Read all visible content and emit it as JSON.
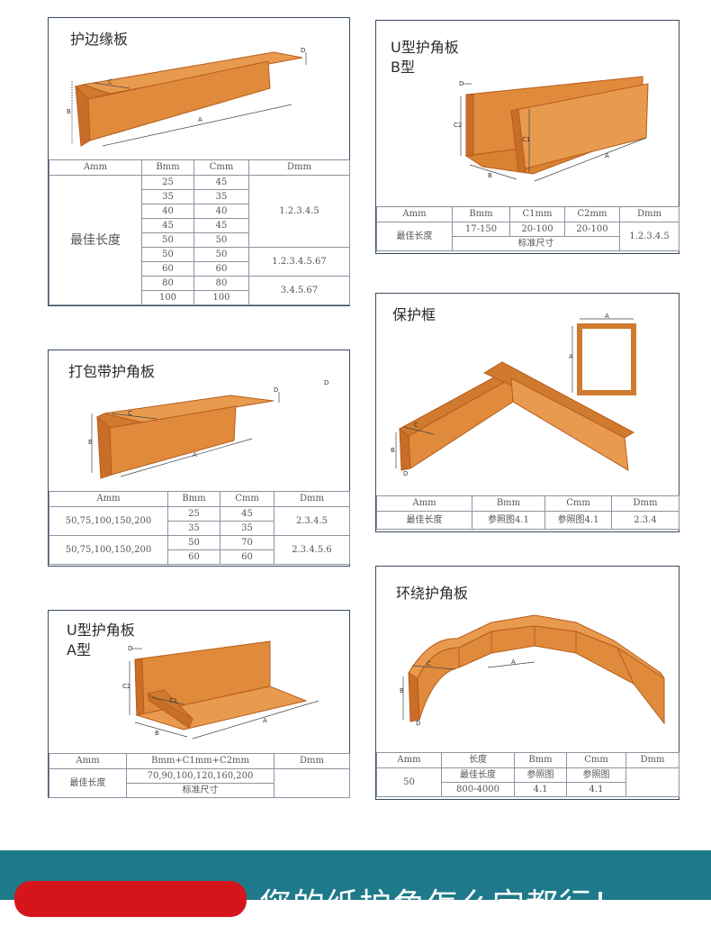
{
  "colors": {
    "orange": "#e08a3c",
    "orange_dark": "#b75d1c",
    "frame": "#3b4a63",
    "footer": "#1e7a8a",
    "button": "#d4161c"
  },
  "p1": {
    "title": "护边缘板",
    "labels": {
      "a": "A",
      "b": "B",
      "c": "C",
      "d": "D"
    },
    "headers": [
      "Amm",
      "Bmm",
      "Cmm",
      "Dmm"
    ],
    "left": "最佳长度",
    "rows": [
      [
        "25",
        "45"
      ],
      [
        "35",
        "35"
      ],
      [
        "40",
        "40"
      ],
      [
        "45",
        "45"
      ],
      [
        "50",
        "50"
      ],
      [
        "50",
        "50"
      ],
      [
        "60",
        "60"
      ],
      [
        "80",
        "80"
      ],
      [
        "100",
        "100"
      ]
    ],
    "d_groups": [
      "1.2.3.4.5",
      "1.2.3.4.5.67",
      "3.4.5.67"
    ]
  },
  "p2": {
    "title": "U型护角板",
    "subtitle": "B型",
    "labels": {
      "a": "A",
      "b": "B",
      "c1": "C1",
      "c2": "C2",
      "d": "D"
    },
    "headers": [
      "Amm",
      "Bmm",
      "C1mm",
      "C2mm",
      "Dmm"
    ],
    "left": "最佳长度",
    "b": "17-150",
    "c1": "20-100",
    "c2": "20-100",
    "d": "1.2.3.4.5",
    "note": "标准尺寸"
  },
  "p3": {
    "title": "保护框",
    "labels": {
      "a": "A",
      "b": "B",
      "c": "C",
      "d": "D"
    },
    "headers": [
      "Amm",
      "Bmm",
      "Cmm",
      "Dmm"
    ],
    "row": [
      "最佳长度",
      "参照图4.1",
      "参照图4.1",
      "2.3.4"
    ]
  },
  "p4": {
    "title": "打包带护角板",
    "labels": {
      "a": "A",
      "b": "B",
      "c": "C",
      "d": "D"
    },
    "headers": [
      "Amm",
      "Bmm",
      "Cmm",
      "Dmm"
    ],
    "rows": [
      {
        "a": "50,75,100,150,200",
        "d": "2.3.4.5",
        "sub": [
          [
            "25",
            "45"
          ],
          [
            "35",
            "35"
          ]
        ]
      },
      {
        "a": "50,75,100,150,200",
        "d": "2.3.4.5.6",
        "sub": [
          [
            "50",
            "70"
          ],
          [
            "60",
            "60"
          ]
        ]
      }
    ]
  },
  "p5": {
    "title": "环绕护角板",
    "labels": {
      "a": "A",
      "b": "B",
      "c": "C",
      "d": "D"
    },
    "headers": [
      "Amm",
      "长度",
      "Bmm",
      "Cmm",
      "Dmm"
    ],
    "a": "50",
    "len_label": "最佳长度",
    "len_value": "800-4000",
    "b": "参照图",
    "b2": "4.1",
    "c": "参照图",
    "c2": "4.1"
  },
  "p6": {
    "title": "U型护角板",
    "subtitle": "A型",
    "labels": {
      "a": "A",
      "b": "B",
      "c1": "C1",
      "c2": "C2",
      "d": "D"
    },
    "headers": [
      "Amm",
      "Bmm+C1mm+C2mm",
      "Dmm"
    ],
    "left": "最佳长度",
    "values": "70,90,100,120,160,200",
    "note": "标准尺寸"
  },
  "footer": {
    "slogan": "您的纸护角怎么定都行！"
  }
}
